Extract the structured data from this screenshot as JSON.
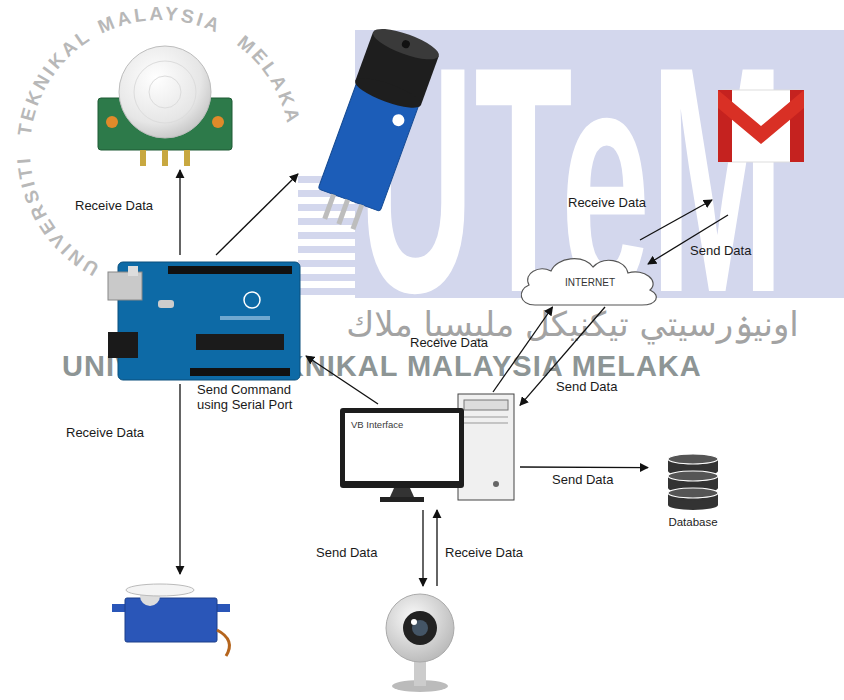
{
  "diagram": {
    "nodes": [
      {
        "text": [
          "INTERNET"
        ]
      },
      {
        "text": [
          "VB Interface"
        ]
      },
      {
        "text": [
          "Database"
        ]
      }
    ],
    "edges": [
      {
        "from": 1,
        "to": 0,
        "label": "Receive Data",
        "arrow": "to"
      },
      {
        "from": 0,
        "to": 1,
        "label": "Send Data",
        "arrow": "to"
      },
      {
        "from": 1,
        "to": 2,
        "label": "Send Data",
        "arrow": "to"
      }
    ],
    "labels": [
      "MALAYSIA",
      "MELAKA",
      "TEKNIKAL",
      "UNIVERSITI",
      "UTeM",
      "Receive Data",
      "Receive Data",
      "Send Data",
      "اونيۏرسيتي تيكنيكل مليسيا ملاك",
      "Send Command using Serial Port",
      "Receive Data",
      "UNIVERSITI TEKNIKAL MALAYSIA MELAKA",
      "Send Data",
      "Receive Data"
    ]
  }
}
